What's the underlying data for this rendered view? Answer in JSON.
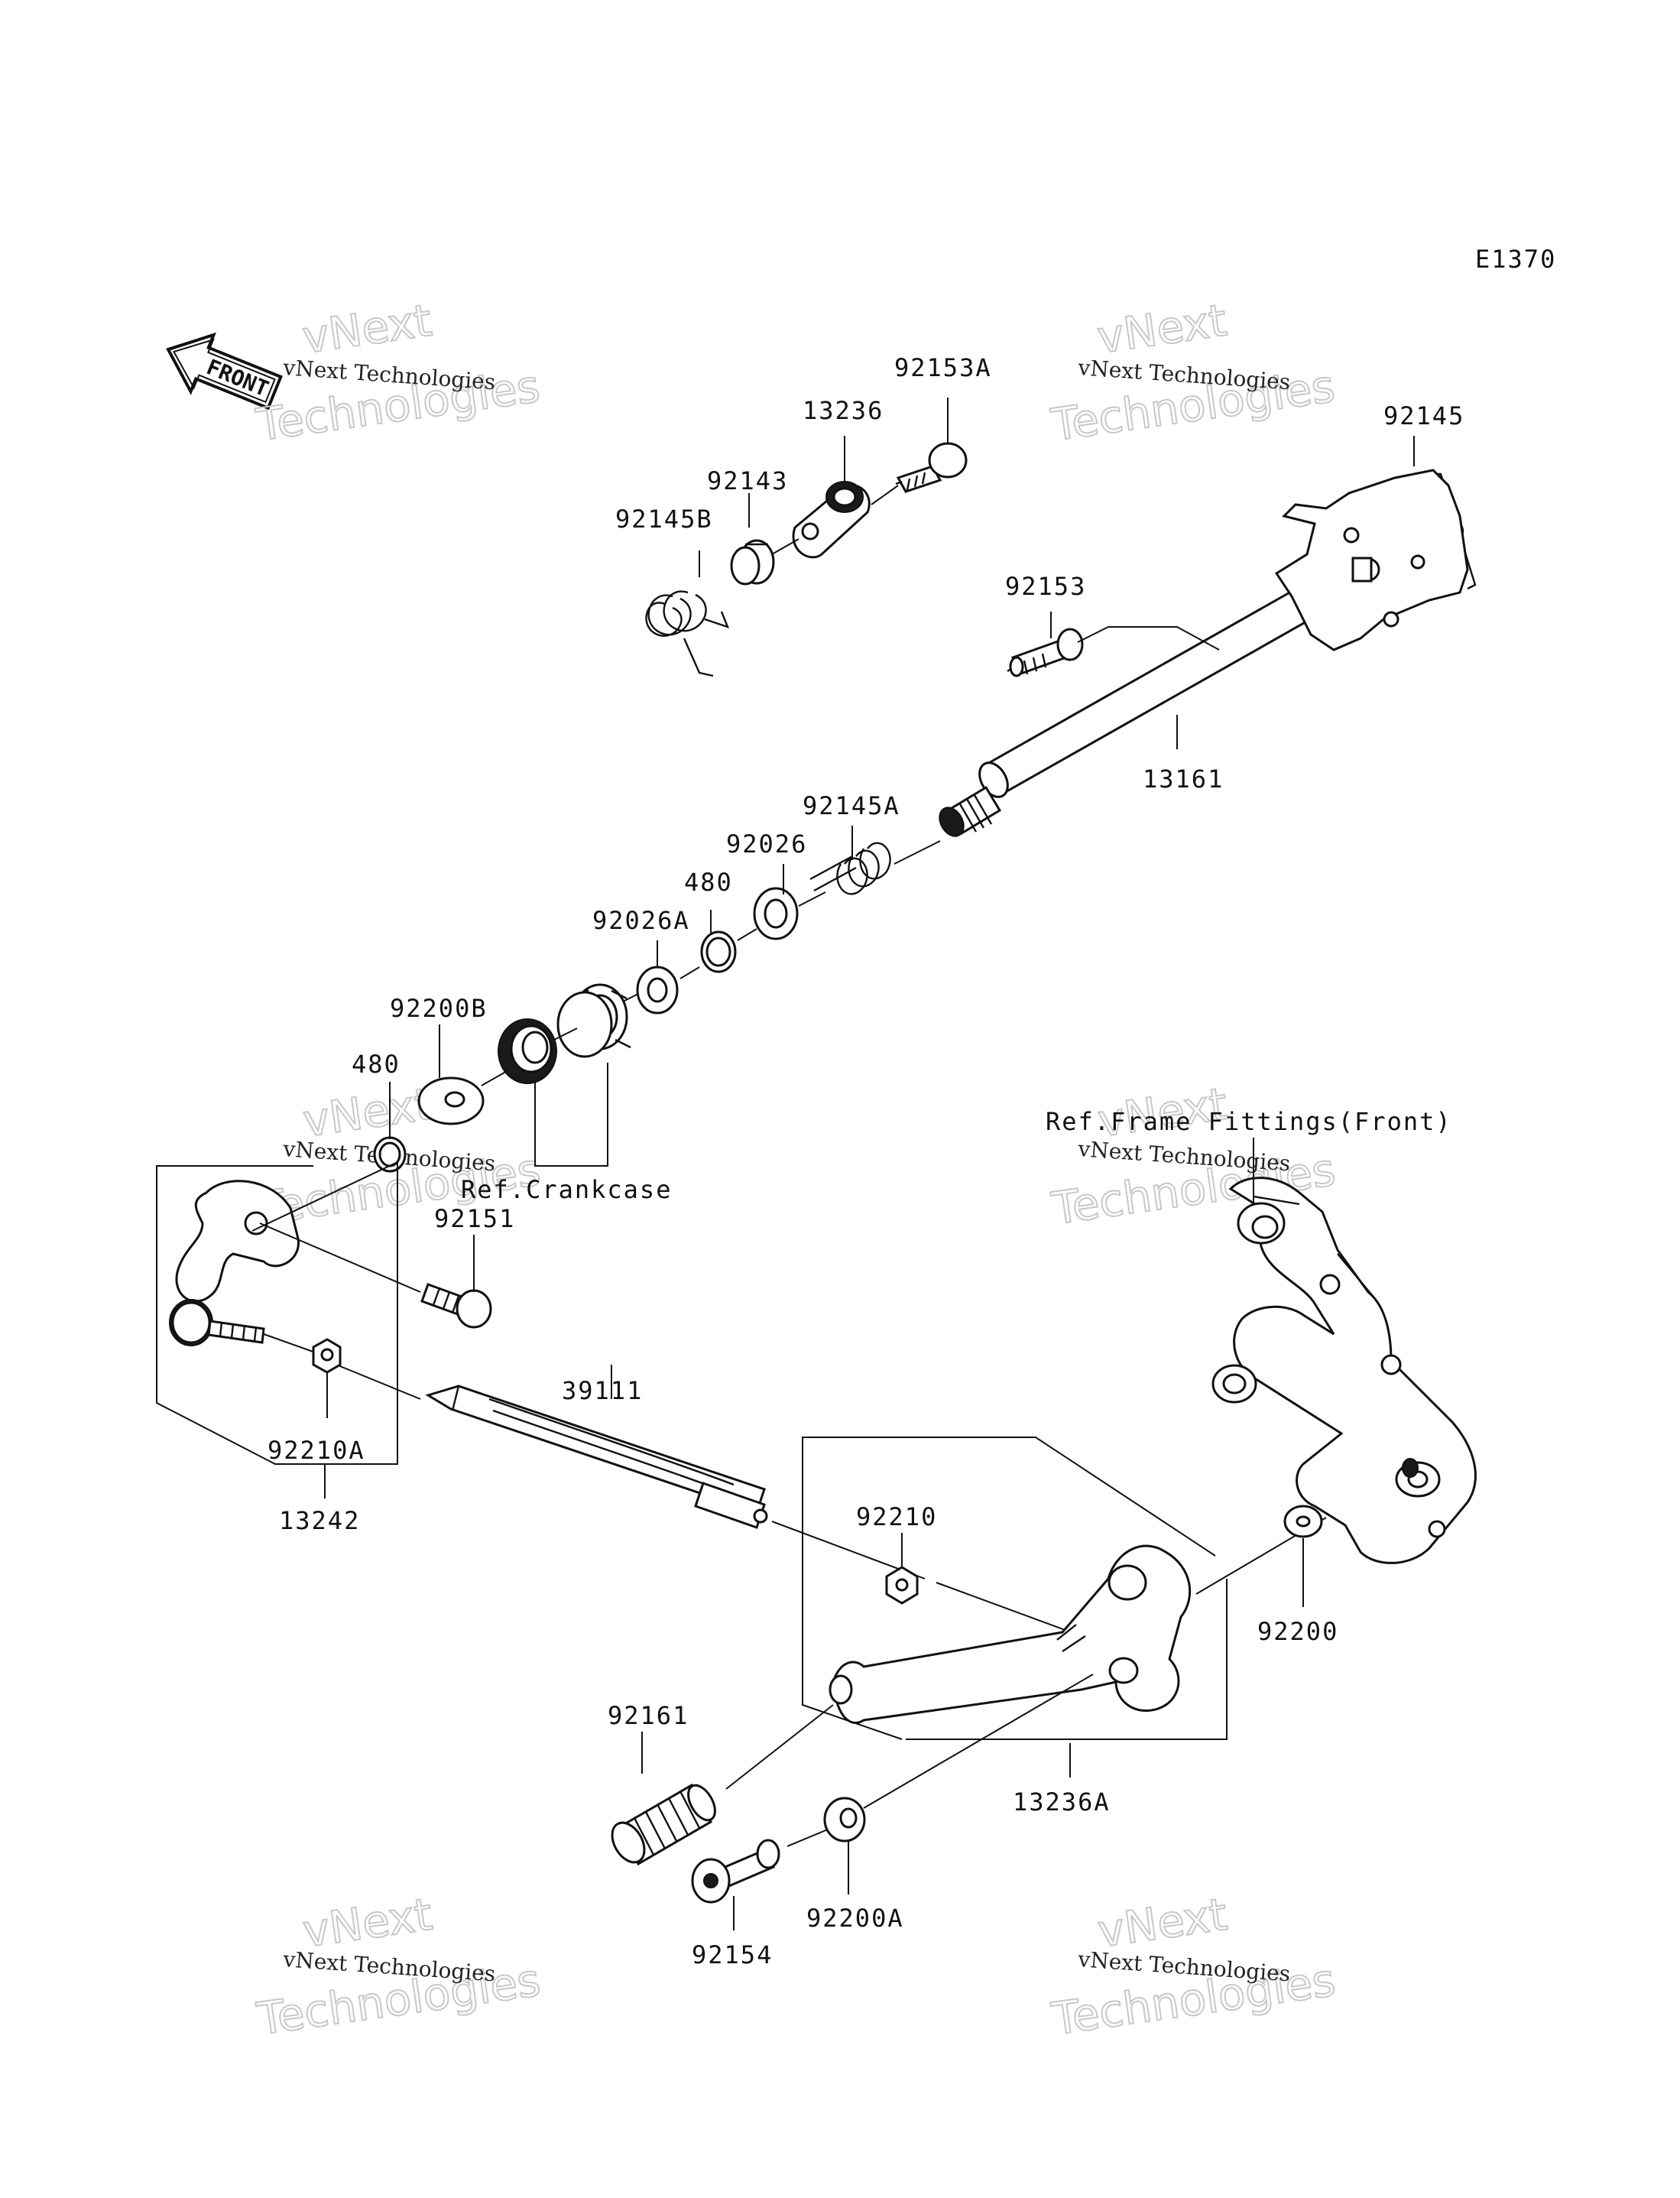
{
  "diagram_code": "E1370",
  "front_label": "FRONT",
  "watermark": {
    "line1": "vNext",
    "line2": "vNext Technologies",
    "line3": "Technologies"
  },
  "parts": {
    "p92153A": "92153A",
    "p13236": "13236",
    "p92145": "92145",
    "p92143": "92143",
    "p92145B": "92145B",
    "p92153": "92153",
    "p13161": "13161",
    "p92145A": "92145A",
    "p92026": "92026",
    "p480a": "480",
    "p92026A": "92026A",
    "p92200B": "92200B",
    "p480b": "480",
    "p92151": "92151",
    "p39111": "39111",
    "p92210A": "92210A",
    "p13242": "13242",
    "p92210": "92210",
    "p92200": "92200",
    "p92161": "92161",
    "p92154": "92154",
    "p92200A": "92200A",
    "p13236A": "13236A"
  },
  "refs": {
    "crankcase": "Ref.Crankcase",
    "frame_fittings": "Ref.Frame Fittings(Front)"
  }
}
